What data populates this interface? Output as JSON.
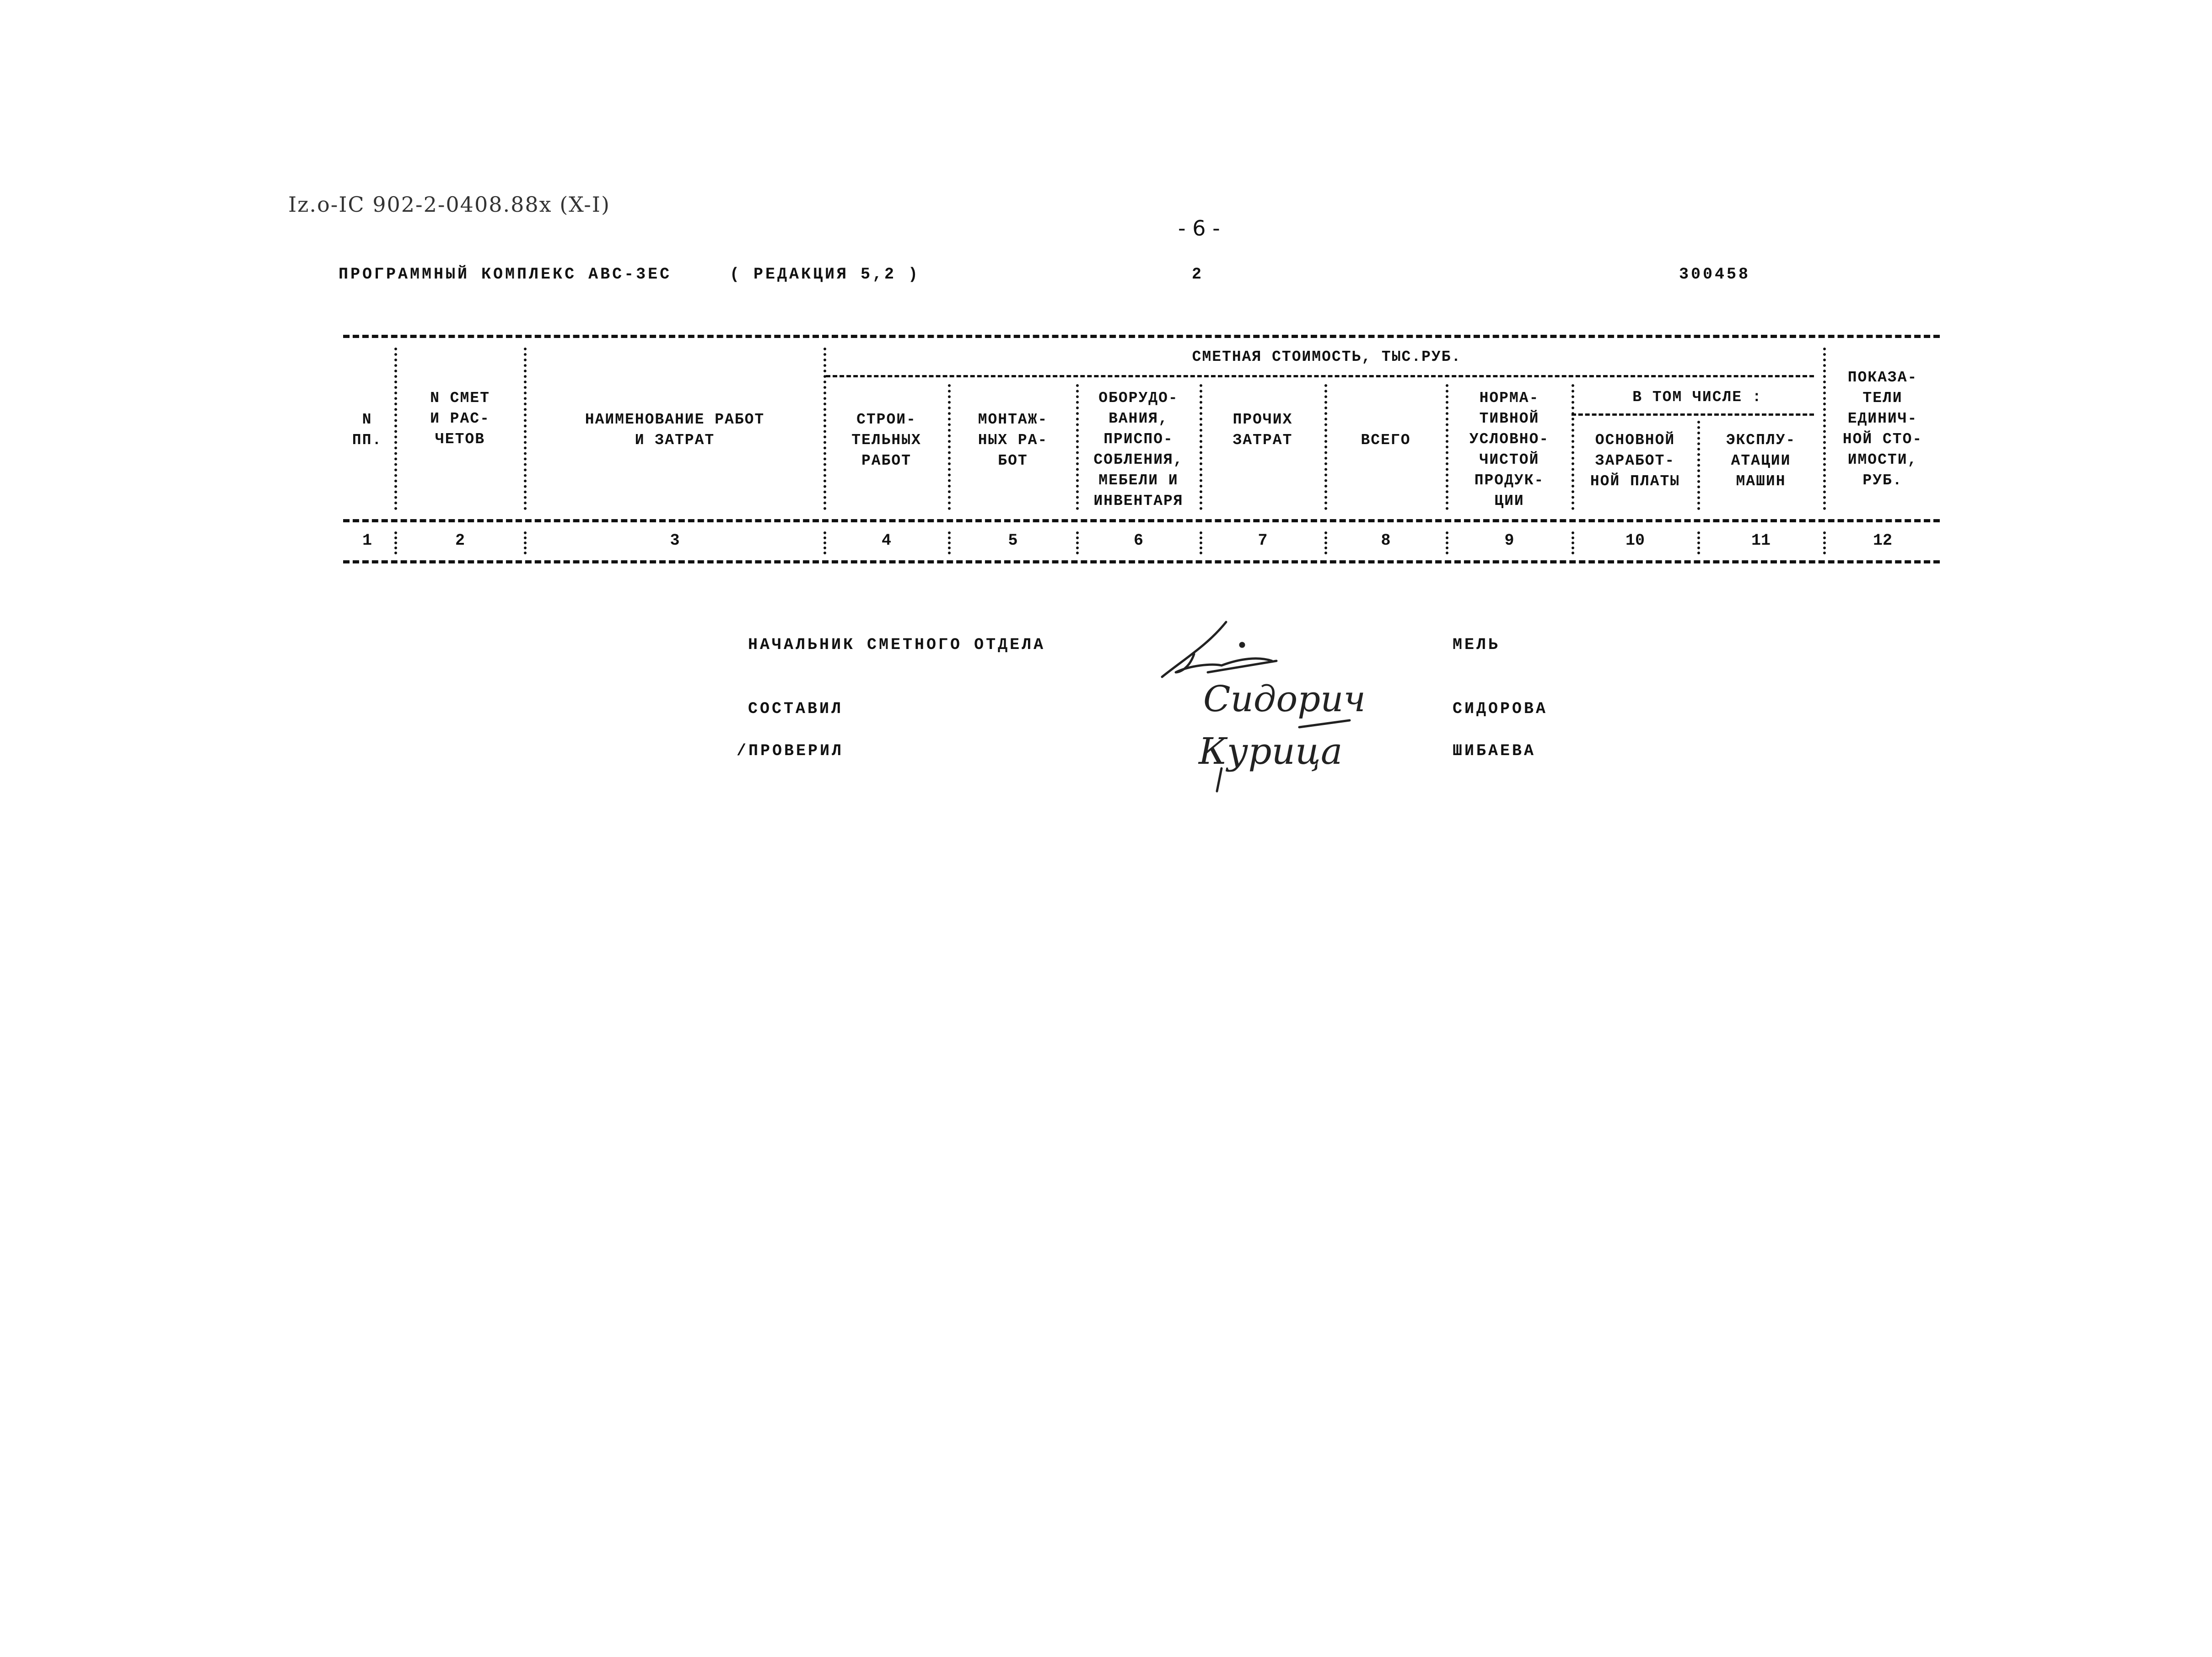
{
  "stamp": "Iz.o-IC 902-2-0408.88x (X-I)",
  "page_number": "- 6 -",
  "header": {
    "program": "ПРОГРАММНЫЙ КОМПЛЕКС АВС-3ЕС",
    "edition": "( РЕДАКЦИЯ 5,2 )",
    "section": "2",
    "code": "300458"
  },
  "table": {
    "group_header": "СМЕТНАЯ СТОИМОСТЬ, ТЫС.РУБ.",
    "subgroup_header": "В ТОМ ЧИСЛЕ :",
    "columns": [
      {
        "num": "1",
        "title": "N\nПП."
      },
      {
        "num": "2",
        "title": "N СМЕТ\nИ РАС-\nЧЕТОВ"
      },
      {
        "num": "3",
        "title": "НАИМЕНОВАНИЕ РАБОТ\nИ ЗАТРАТ"
      },
      {
        "num": "4",
        "title": "СТРОИ-\nТЕЛЬНЫХ\nРАБОТ"
      },
      {
        "num": "5",
        "title": "МОНТАЖ-\nНЫХ РА-\nБОТ"
      },
      {
        "num": "6",
        "title": "ОБОРУДО-\nВАНИЯ,\nПРИСПО-\nСОБЛЕНИЯ,\nМЕБЕЛИ И\nИНВЕНТАРЯ"
      },
      {
        "num": "7",
        "title": "ПРОЧИХ\nЗАТРАТ"
      },
      {
        "num": "8",
        "title": "ВСЕГО"
      },
      {
        "num": "9",
        "title": "НОРМА-\nТИВНОЙ\nУСЛОВНО-\nЧИСТОЙ\nПРОДУК-\nЦИИ"
      },
      {
        "num": "10",
        "title": "ОСНОВНОЙ\nЗАРАБОТ-\nНОЙ ПЛАТЫ"
      },
      {
        "num": "11",
        "title": "ЭКСПЛУ-\nАТАЦИИ\nМАШИН"
      },
      {
        "num": "12",
        "title": "ПОКАЗА-\nТЕЛИ\nЕДИНИЧ-\nНОЙ СТО-\nИМОСТИ,\nРУБ."
      }
    ]
  },
  "signatures": [
    {
      "role": "НАЧАЛЬНИК СМЕТНОГО ОТДЕЛА",
      "name": "МЕЛЬ"
    },
    {
      "role": "СОСТАВИЛ",
      "name": "СИДОРОВА"
    },
    {
      "role": "/ПРОВЕРИЛ",
      "name": "ШИБАЕВА"
    }
  ],
  "handwriting": [
    "Сидорич",
    "Курица"
  ]
}
